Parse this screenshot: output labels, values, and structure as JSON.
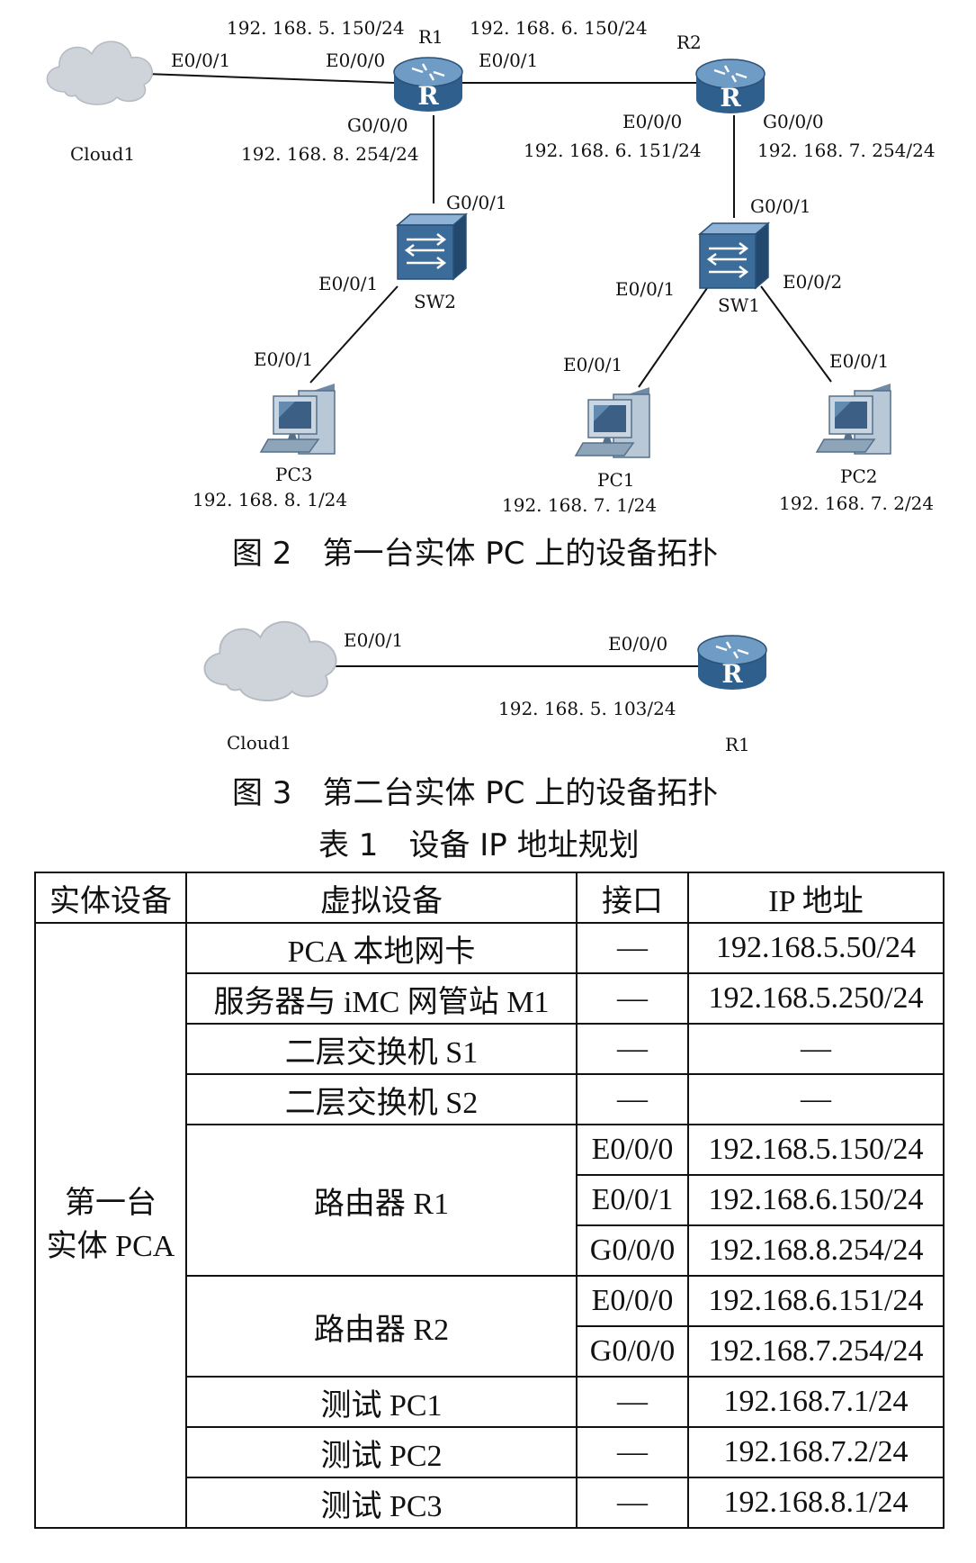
{
  "fig2": {
    "caption": "图 2　第一台实体 PC 上的设备拓扑",
    "devices": {
      "cloud1": "Cloud1",
      "r1": "R1",
      "r2": "R2",
      "sw1": "SW1",
      "sw2": "SW2",
      "pc1": "PC1",
      "pc2": "PC2",
      "pc3": "PC3"
    },
    "ports": {
      "cloud_e001": "E0/0/1",
      "r1_e000": "E0/0/0",
      "r1_e001": "E0/0/1",
      "r1_g000": "G0/0/0",
      "r2_e000": "E0/0/0",
      "r2_g000": "G0/0/0",
      "sw2_g001": "G0/0/1",
      "sw2_e001": "E0/0/1",
      "sw1_g001": "G0/0/1",
      "sw1_e001": "E0/0/1",
      "sw1_e002": "E0/0/2",
      "pc3_e001": "E0/0/1",
      "pc1_e001": "E0/0/1",
      "pc2_e001": "E0/0/1"
    },
    "ips": {
      "r1_e000": "192. 168. 5. 150/24",
      "r1_e001": "192. 168. 6. 150/24",
      "r1_g000": "192. 168. 8. 254/24",
      "r2_e000": "192. 168. 6. 151/24",
      "r2_g000": "192. 168. 7. 254/24",
      "pc3": "192. 168. 8. 1/24",
      "pc1": "192. 168. 7. 1/24",
      "pc2": "192. 168. 7. 2/24"
    }
  },
  "fig3": {
    "caption": "图 3　第二台实体 PC 上的设备拓扑",
    "devices": {
      "cloud1": "Cloud1",
      "r1": "R1"
    },
    "ports": {
      "cloud_e001": "E0/0/1",
      "r1_e000": "E0/0/0"
    },
    "ips": {
      "r1_e000": "192. 168. 5. 103/24"
    }
  },
  "table": {
    "title": "表 1　设备 IP 地址规划",
    "headers": [
      "实体设备",
      "虚拟设备",
      "接口",
      "IP 地址"
    ],
    "physical_line1": "第一台",
    "physical_line2": "实体 PCA",
    "rows": {
      "r0": {
        "device": "PCA 本地网卡",
        "iface": "—",
        "ip": "192.168.5.50/24"
      },
      "r1": {
        "device": "服务器与 iMC 网管站 M1",
        "iface": "—",
        "ip": "192.168.5.250/24"
      },
      "r2": {
        "device": "二层交换机 S1",
        "iface": "—",
        "ip": "—"
      },
      "r3": {
        "device": "二层交换机 S2",
        "iface": "—",
        "ip": "—"
      },
      "router1": {
        "device": "路由器 R1",
        "ports": [
          {
            "iface": "E0/0/0",
            "ip": "192.168.5.150/24"
          },
          {
            "iface": "E0/0/1",
            "ip": "192.168.6.150/24"
          },
          {
            "iface": "G0/0/0",
            "ip": "192.168.8.254/24"
          }
        ]
      },
      "router2": {
        "device": "路由器 R2",
        "ports": [
          {
            "iface": "E0/0/0",
            "ip": "192.168.6.151/24"
          },
          {
            "iface": "G0/0/0",
            "ip": "192.168.7.254/24"
          }
        ]
      },
      "pc1": {
        "device": "测试 PC1",
        "iface": "—",
        "ip": "192.168.7.1/24"
      },
      "pc2": {
        "device": "测试 PC2",
        "iface": "—",
        "ip": "192.168.7.2/24"
      },
      "pc3": {
        "device": "测试 PC3",
        "iface": "—",
        "ip": "192.168.8.1/24"
      }
    }
  },
  "colors": {
    "router_body": "#2f5f8c",
    "router_top": "#6f9cc4",
    "switch_body": "#3b6c9a",
    "switch_face": "#5f8fbe",
    "pc_body": "#8ea4b9",
    "pc_screen": "#3b5f85",
    "cloud": "#cfd4da",
    "line": "#111111"
  }
}
